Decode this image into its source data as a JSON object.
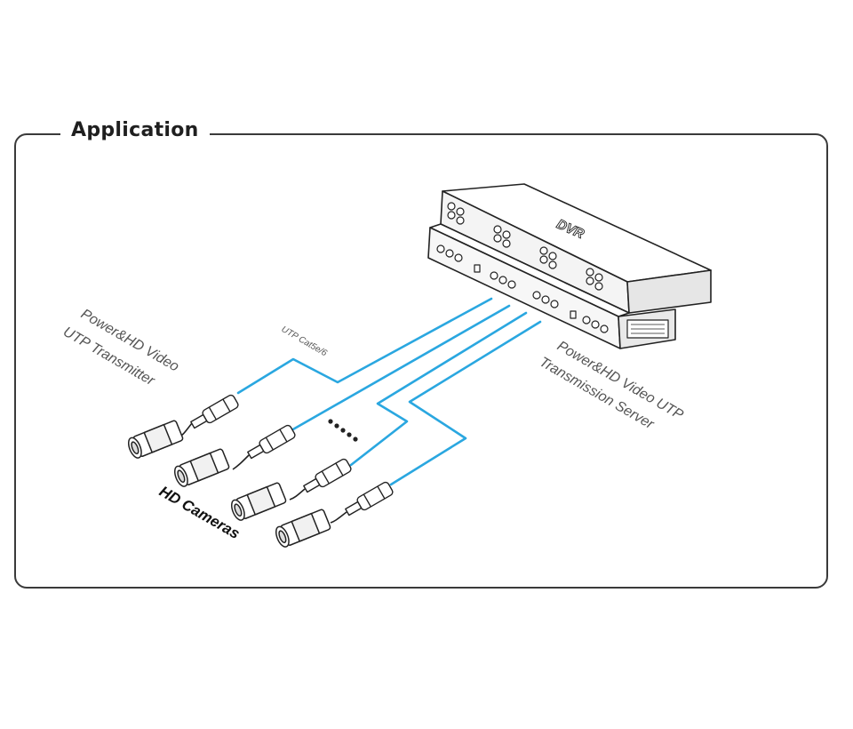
{
  "title": "Application",
  "device_label": "DVR",
  "cable_label": "UTP Cat5e/6",
  "transmitter_label": [
    "Power&HD Video",
    "UTP Transmitter"
  ],
  "server_label": [
    "Power&HD Video UTP",
    "Transmission Server"
  ],
  "cameras_label": "HD Cameras",
  "colors": {
    "cable": "#2aa7e0",
    "line": "#222222",
    "panel_border": "#3a3a3a"
  }
}
